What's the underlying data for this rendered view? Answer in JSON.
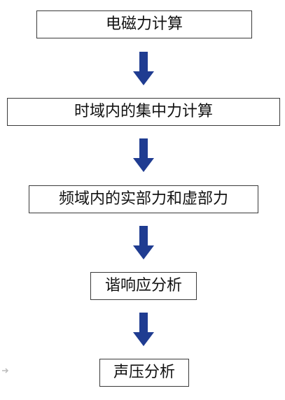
{
  "flowchart": {
    "steps": [
      {
        "label": "电磁力计算"
      },
      {
        "label": "时域内的集中力计算"
      },
      {
        "label": "频域内的实部力和虚部力"
      },
      {
        "label": "谐响应分析"
      },
      {
        "label": "声压分析"
      }
    ]
  },
  "colors": {
    "arrow": "#1f3c91",
    "box_border": "#3a3a3a",
    "text": "#111111"
  }
}
